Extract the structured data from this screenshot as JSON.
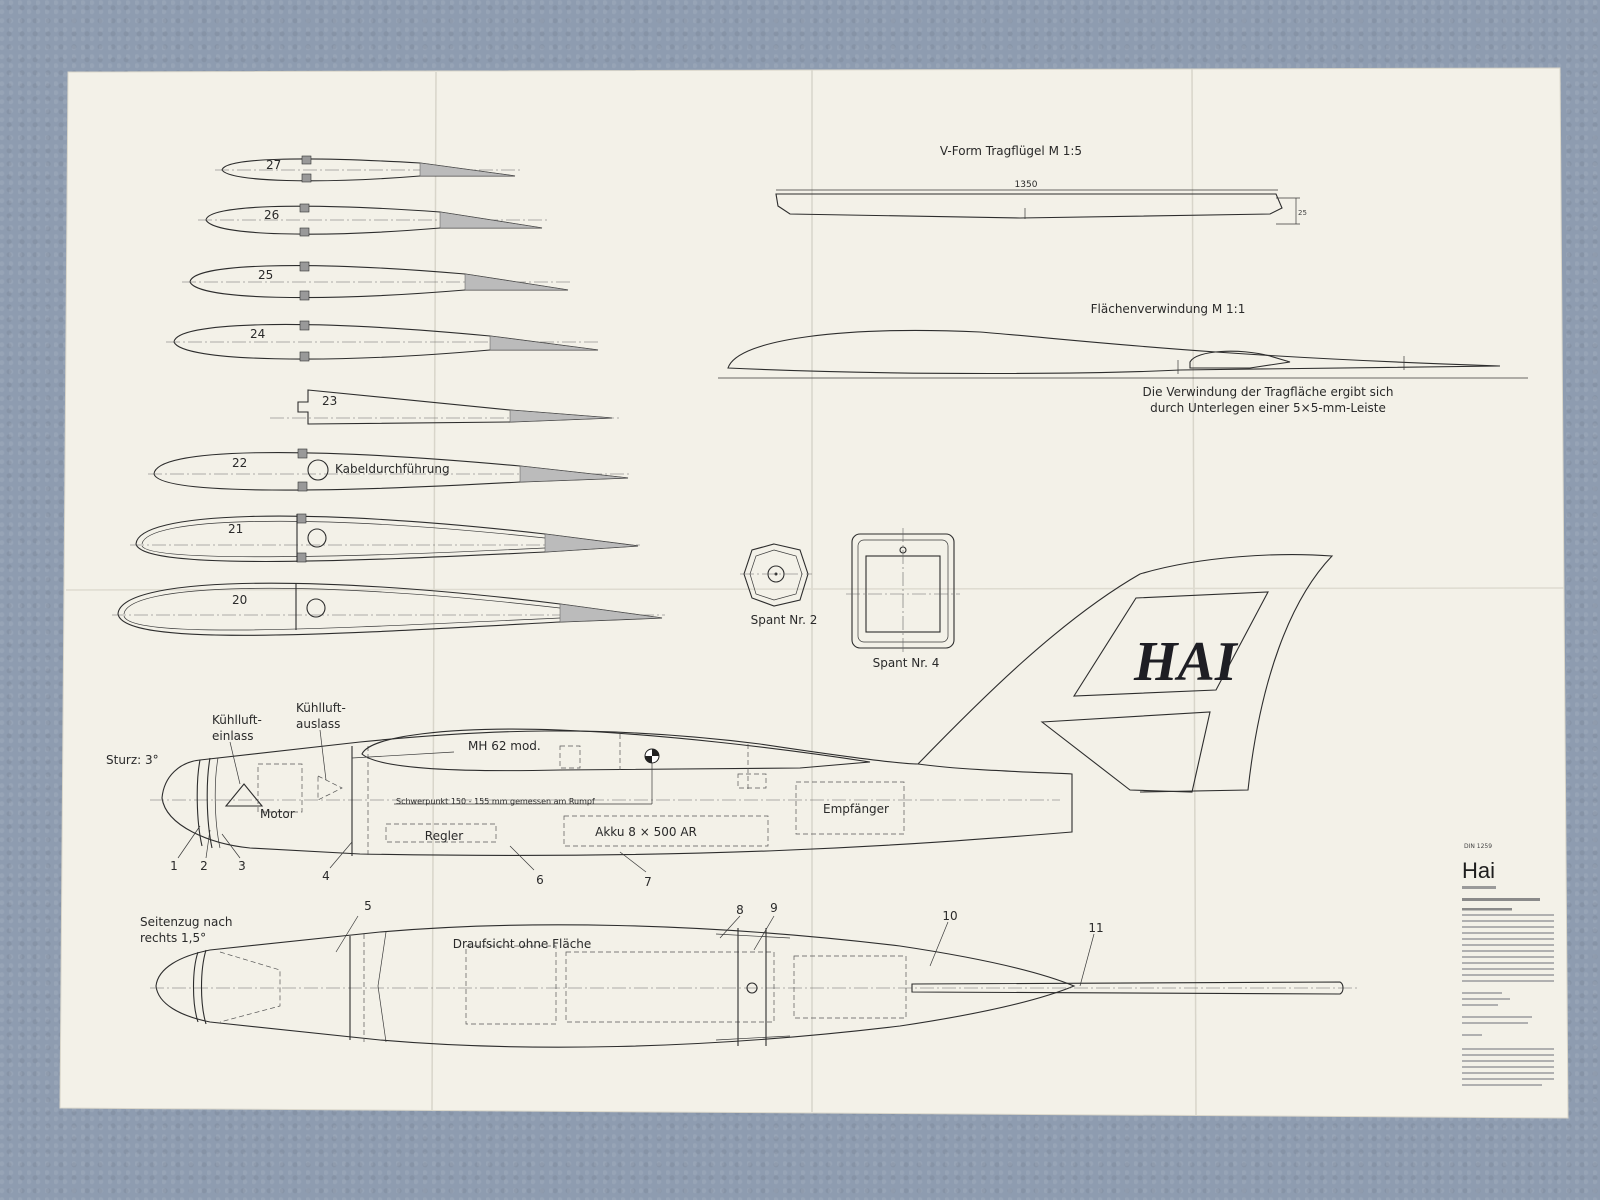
{
  "wing_sections": [
    "27",
    "26",
    "25",
    "24",
    "23",
    "22",
    "21",
    "20"
  ],
  "labels": {
    "v_form_title": "V-Form Tragflügel M 1:5",
    "v_form_dim_span": "1350",
    "v_form_dim_height": "25",
    "twist_title": "Flächenverwindung M 1:1",
    "twist_note_1": "Die Verwindung der Tragfläche ergibt sich",
    "twist_note_2": "durch Unterlegen einer 5×5-mm-Leiste",
    "cable": "Kabeldurchführung",
    "spant2": "Spant Nr. 2",
    "spant4": "Spant Nr. 4",
    "fin_logo": "HAI",
    "kuehlluft_ein_1": "Kühlluft-",
    "kuehlluft_ein_2": "einlass",
    "kuehlluft_aus_1": "Kühlluft-",
    "kuehlluft_aus_2": "auslass",
    "sturz": "Sturz: 3°",
    "motor": "Motor",
    "profile": "MH 62 mod.",
    "schwerpunkt": "Schwerpunkt 150 - 155 mm gemessen am Rumpf",
    "regler": "Regler",
    "akku": "Akku 8 × 500 AR",
    "empfaenger": "Empfänger",
    "seitenzug_1": "Seitenzug nach",
    "seitenzug_2": "rechts 1,5°",
    "draufsicht": "Draufsicht ohne Fläche"
  },
  "part_numbers": [
    "1",
    "2",
    "3",
    "4",
    "5",
    "6",
    "7",
    "8",
    "9",
    "10",
    "11"
  ],
  "title_block": {
    "code": "DIN 1259",
    "name": "Hai"
  }
}
